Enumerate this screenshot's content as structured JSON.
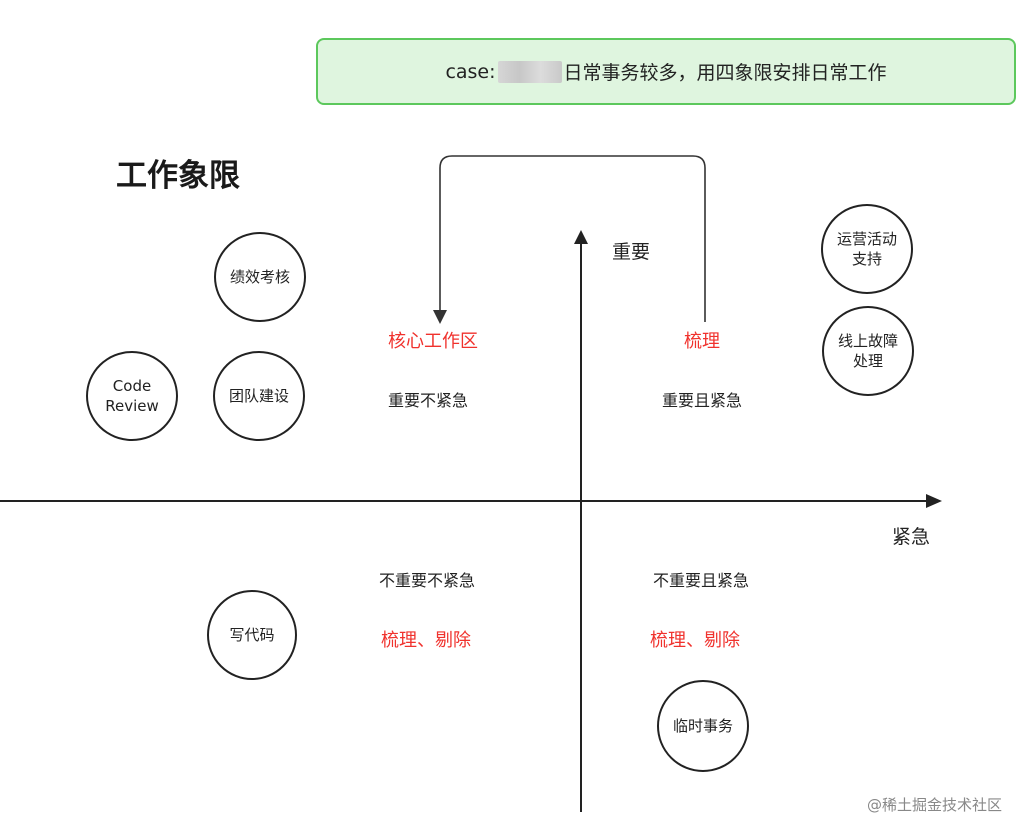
{
  "banner": {
    "prefix": "case:",
    "suffix": "日常事务较多，用四象限安排日常工作"
  },
  "title": "工作象限",
  "axes": {
    "y_label": "重要",
    "x_label": "紧急"
  },
  "quadrants": {
    "top_left": {
      "heading": "核心工作区",
      "desc": "重要不紧急"
    },
    "top_right": {
      "heading": "梳理",
      "desc": "重要且紧急"
    },
    "bottom_left": {
      "desc": "不重要不紧急",
      "action": "梳理、剔除"
    },
    "bottom_right": {
      "desc": "不重要且紧急",
      "action": "梳理、剔除"
    }
  },
  "items": {
    "performance": "绩效考核",
    "code_review": "Code\nReview",
    "team_building": "团队建设",
    "ops_support": "运营活动\n支持",
    "incident": "线上故障\n处理",
    "write_code": "写代码",
    "adhoc": "临时事务"
  },
  "watermark": "@稀土掘金技术社区",
  "colors": {
    "accent_red": "#f0322d",
    "banner_border": "#5cc85c",
    "banner_bg": "#dff5df"
  }
}
